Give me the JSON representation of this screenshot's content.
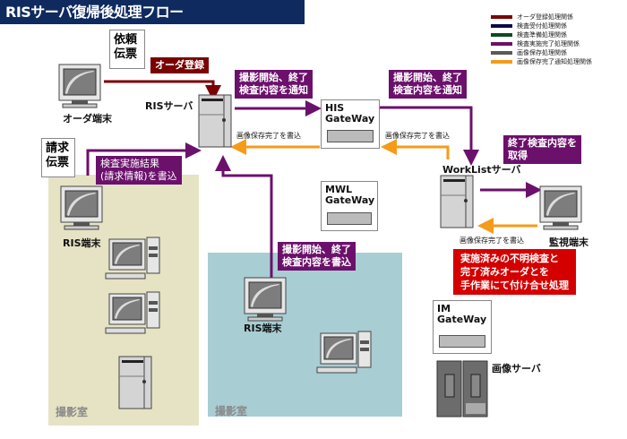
{
  "title": "RISサーバ復帰後処理フロー",
  "legend": [
    {
      "label": "オーダ登録処理関係",
      "color": "#7a0000"
    },
    {
      "label": "検査受付処理関係",
      "color": "#0a0a4a"
    },
    {
      "label": "検査準備処理関係",
      "color": "#0f4a1f"
    },
    {
      "label": "検査実施完了処理関係",
      "color": "#6b116b"
    },
    {
      "label": "画像保存処理関係",
      "color": "#5a5a5a"
    },
    {
      "label": "画像保存完了通知処理関係",
      "color": "#f59b1a"
    }
  ],
  "colors": {
    "order": "#7a0000",
    "exam_done": "#6b116b",
    "image_done": "#f59b1a",
    "room_left": "#e6e3c5",
    "room_right": "#a8cdd3",
    "alert": "#d40000"
  },
  "docs": {
    "request_slip": "依頼\n伝票",
    "billing_slip": "請求\n伝票"
  },
  "nodes": {
    "order_terminal": "オーダ端末",
    "ris_server": "RISサーバ",
    "his_gateway": "HIS\nGateWay",
    "mwl_gateway": "MWL\nGateWay",
    "im_gateway": "IM\nGateWay",
    "worklist_server": "WorkListサーバ",
    "monitor_terminal": "監視端末",
    "ris_terminal_left": "RIS端末",
    "ris_terminal_center": "RIS端末",
    "image_server": "画像サーバ"
  },
  "flow_labels": {
    "order_register": "オーダ登録",
    "notify_1": "撮影開始、終了\n検査内容を通知",
    "notify_2": "撮影開始、終了\n検査内容を通知",
    "image_write_1": "画像保存完了を書込",
    "image_write_2": "画像保存完了を書込",
    "image_write_3": "画像保存完了を書込",
    "acquire": "終了検査内容を\n取得",
    "exam_result": "検査実施結果\n(請求情報)を書込",
    "exam_write": "撮影開始、終了\n検査内容を書込"
  },
  "rooms": {
    "left": "撮影室",
    "right": "撮影室"
  },
  "alert": "実施済みの不明検査と\n完了済みオーダとを\n手作業にて付け合せ処理"
}
